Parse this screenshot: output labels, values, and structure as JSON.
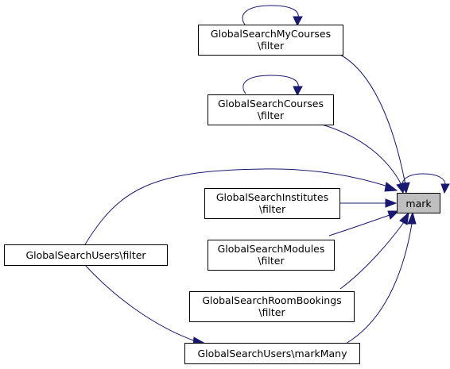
{
  "graph": {
    "focus_node": {
      "id": "mark",
      "label": "mark"
    },
    "nodes": [
      {
        "id": "gsmycourses",
        "lines": [
          "GlobalSearchMyCourses",
          "\\filter"
        ]
      },
      {
        "id": "gscourses",
        "lines": [
          "GlobalSearchCourses",
          "\\filter"
        ]
      },
      {
        "id": "gsinstitutes",
        "lines": [
          "GlobalSearchInstitutes",
          "\\filter"
        ]
      },
      {
        "id": "gsmodules",
        "lines": [
          "GlobalSearchModules",
          "\\filter"
        ]
      },
      {
        "id": "gsroombookings",
        "lines": [
          "GlobalSearchRoomBookings",
          "\\filter"
        ]
      },
      {
        "id": "gsusers-filter",
        "lines": [
          "GlobalSearchUsers\\filter"
        ]
      },
      {
        "id": "gsusers-markmany",
        "lines": [
          "GlobalSearchUsers\\markMany"
        ]
      }
    ],
    "edges": [
      {
        "from": "gsmycourses",
        "to": "gsmycourses"
      },
      {
        "from": "gsmycourses",
        "to": "mark"
      },
      {
        "from": "gscourses",
        "to": "gscourses"
      },
      {
        "from": "gscourses",
        "to": "mark"
      },
      {
        "from": "mark",
        "to": "mark"
      },
      {
        "from": "gsinstitutes",
        "to": "mark"
      },
      {
        "from": "gsmodules",
        "to": "mark"
      },
      {
        "from": "gsroombookings",
        "to": "mark"
      },
      {
        "from": "gsusers-filter",
        "to": "mark"
      },
      {
        "from": "gsusers-filter",
        "to": "gsusers-markmany"
      },
      {
        "from": "gsusers-markmany",
        "to": "mark"
      }
    ],
    "edge_color": "#191970",
    "focus_fill": "#bfbfbf"
  }
}
